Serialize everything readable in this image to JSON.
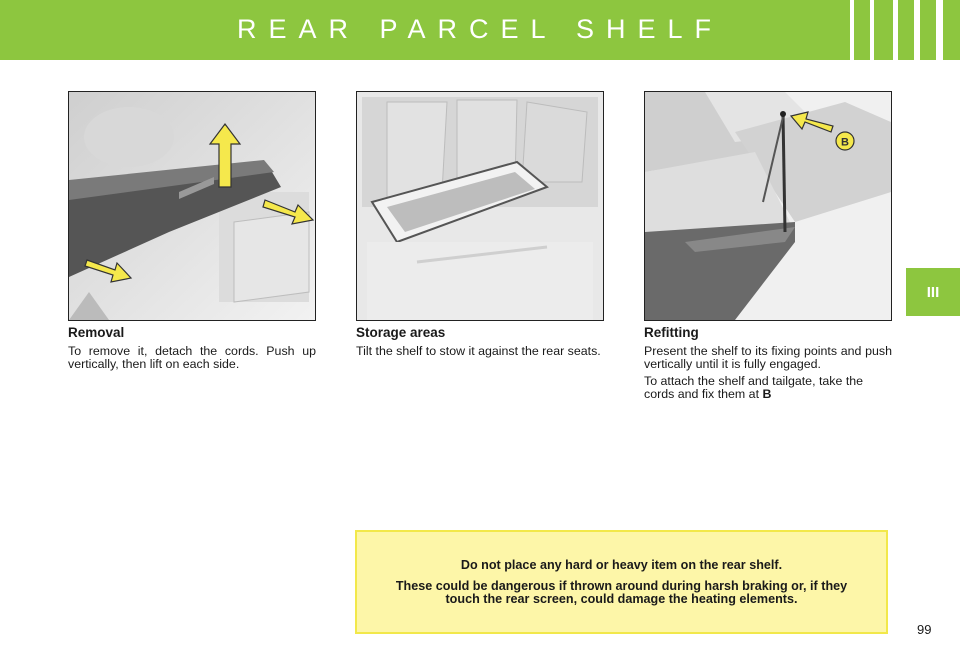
{
  "header": {
    "title": "REAR PARCEL SHELF",
    "brand_color": "#8dc63f"
  },
  "chapter_tab": {
    "label": "III"
  },
  "sections": [
    {
      "heading": "Removal",
      "paragraphs": [
        "To remove it, detach the cords. Push up vertically, then lift on each side."
      ]
    },
    {
      "heading": "Storage areas",
      "paragraphs": [
        "Tilt the shelf to stow it against the rear seats."
      ]
    },
    {
      "heading": "Refitting",
      "paragraphs": [
        "Present the shelf to its fixing points and push vertically until it is fully engaged.",
        "To attach the shelf and tailgate, take the cords and fix them at"
      ],
      "bold_ref": "B"
    }
  ],
  "photos": {
    "refit_marker": "B"
  },
  "warning": {
    "line1": "Do not place any hard or heavy item on the rear shelf.",
    "line2": "These could be dangerous if thrown around during harsh braking or, if they touch the rear screen, could damage the heating elements."
  },
  "page_number": "99",
  "colors": {
    "arrow_fill": "#f5e84c",
    "warning_bg": "#fdf6a8",
    "warning_border": "#f2e84a"
  }
}
